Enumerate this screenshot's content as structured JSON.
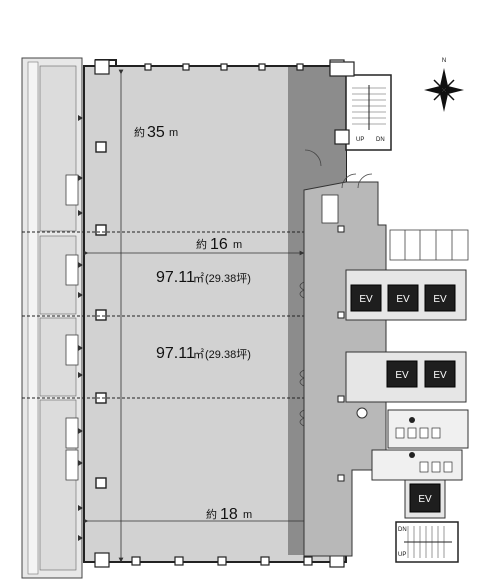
{
  "labels": {
    "length_35": {
      "prefix": "約",
      "value": "35",
      "unit": "m"
    },
    "width_16": {
      "prefix": "約",
      "value": "16",
      "unit": "m"
    },
    "width_18": {
      "prefix": "約",
      "value": "18",
      "unit": "m"
    },
    "area_1": {
      "value": "97.11",
      "unit": "㎡",
      "tsubo": "(29.38坪)"
    },
    "area_2": {
      "value": "97.11",
      "unit": "㎡",
      "tsubo": "(29.38坪)"
    }
  },
  "elevators": {
    "label": "EV"
  },
  "stairs": {
    "up_label": "UP",
    "dn_label": "DN"
  },
  "north": {
    "label": "N"
  },
  "colors": {
    "office_floor": "#cfcfcf",
    "dark_zone": "#8c8c8c",
    "core_floor": "#b5b5b5",
    "elevator": "#1e1e1e",
    "wall": "#222222",
    "balcony": "#e6e6e6"
  }
}
